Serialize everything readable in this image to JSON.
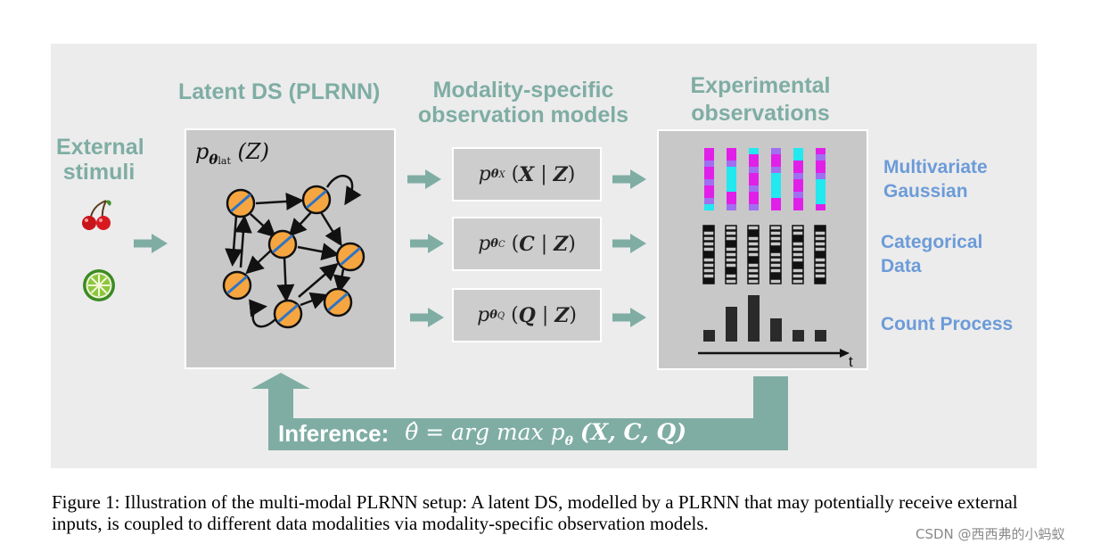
{
  "headings": {
    "external": [
      "External",
      "stimuli"
    ],
    "latent": "Latent DS (PLRNN)",
    "modality": [
      "Modality-specific",
      "observation models"
    ],
    "experimental": [
      "Experimental",
      "observations"
    ]
  },
  "latent_formula": {
    "p": "p",
    "sub": "θ",
    "subsub": "lat",
    "arg": "(Z)"
  },
  "models": [
    {
      "p": "p",
      "sub": "θ",
      "subsub": "X",
      "arg_open": "(",
      "var": "X",
      "bar": "|",
      "given": "Z",
      "arg_close": ")"
    },
    {
      "p": "p",
      "sub": "θ",
      "subsub": "C",
      "arg_open": "(",
      "var": "C",
      "bar": "|",
      "given": "Z",
      "arg_close": ")"
    },
    {
      "p": "p",
      "sub": "θ",
      "subsub": "Q",
      "arg_open": "(",
      "var": "Q",
      "bar": "|",
      "given": "Z",
      "arg_close": ")"
    }
  ],
  "side_labels": {
    "gaussian": [
      "Multivariate",
      "Gaussian"
    ],
    "categorical": [
      "Categorical",
      "Data"
    ],
    "count": "Count Process"
  },
  "time_label": "t",
  "inference": {
    "label": "Inference:",
    "formula": "θ̂ = arg max  p",
    "formula_sub": "θ",
    "formula_args": "(X, C, Q)"
  },
  "count_values": [
    1,
    3,
    4,
    2,
    1,
    1
  ],
  "icons": {
    "stimulus_1": "cherry-icon",
    "stimulus_2": "lime-slice-icon"
  },
  "colors": {
    "teal": "#7fada3",
    "blue_label": "#6c9bd8",
    "node": "#f5a640",
    "magenta": "#e020e8",
    "cyan": "#22e8f0"
  },
  "caption": "Figure 1: Illustration of the multi-modal PLRNN setup: A latent DS, modelled by a PLRNN that may potentially receive external inputs, is coupled to different data modalities via modality-specific observation models.",
  "watermark": "CSDN @西西弗的小蚂蚁"
}
